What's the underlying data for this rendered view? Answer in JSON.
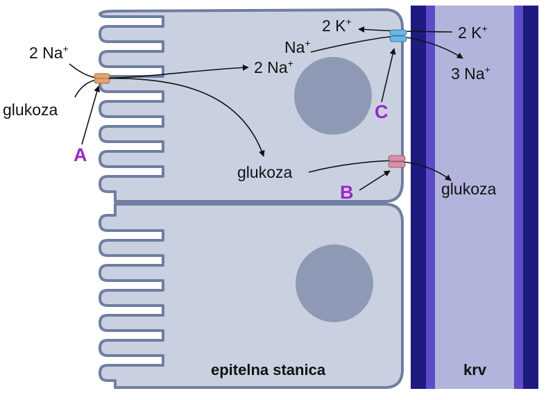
{
  "colors": {
    "cell_fill": "#c9d1e1",
    "cell_stroke": "#6f7ea1",
    "nucleus": "#8e9ab5",
    "vessel_dark": "#1e1a80",
    "vessel_mid": "#5d4bc9",
    "vessel_light": "#b2b4dc",
    "marker": "#9b27c9",
    "transporter_A": "#e2a56f",
    "transporter_B": "#d88fa8",
    "transporter_C": "#67b9e4"
  },
  "labels": {
    "na_in_apical": "2 Na",
    "glucose_apical": "glukoza",
    "na_cytosol_mid": "2 Na",
    "na_cytosol_top": "Na",
    "k_cytosol": "2 K",
    "k_blood": "2 K",
    "na_blood": "3 Na",
    "glucose_cytosol": "glukoza",
    "glucose_blood": "glukoza",
    "cell_name": "epitelna stanica",
    "blood_name": "krv",
    "plus": "+"
  },
  "markers": {
    "a": "A",
    "b": "B",
    "c": "C"
  }
}
